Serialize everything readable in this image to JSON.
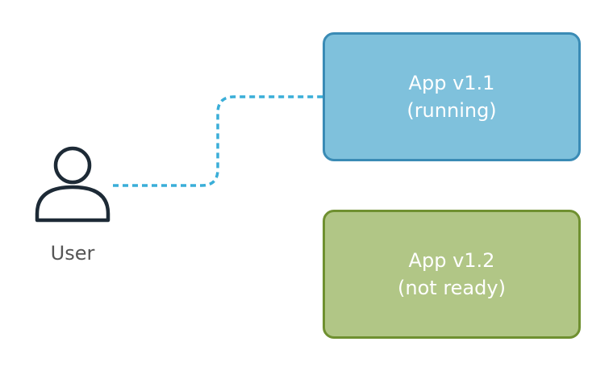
{
  "colors": {
    "running_fill": "#7fc1dc",
    "running_border": "#3a8bb5",
    "not_ready_fill": "#b1c686",
    "not_ready_border": "#6f9030",
    "connection": "#3aaed8",
    "user_icon": "#1d2a36",
    "label_text": "#555555"
  },
  "user": {
    "icon": "user-icon",
    "label": "User"
  },
  "apps": [
    {
      "name": "App v1.1",
      "status": "(running)"
    },
    {
      "name": "App v1.2",
      "status": "(not ready)"
    }
  ],
  "connection": {
    "from": "User",
    "to": "App v1.1",
    "style": "dashed"
  }
}
